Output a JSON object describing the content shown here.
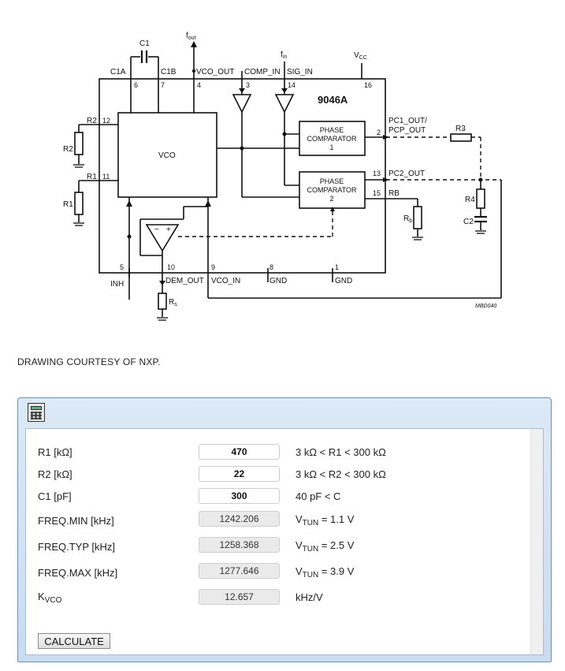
{
  "schematic": {
    "chip": "9046A",
    "pins": {
      "c1a": "C1A",
      "c1b": "C1B",
      "vco_out": "VCO_OUT",
      "comp_in": "COMP_IN",
      "sig_in": "SIG_IN",
      "pc1_out": "PC1_OUT/",
      "pcp_out": "PCP_OUT",
      "pc2_out": "PC2_OUT",
      "rb": "RB",
      "inh": "INH",
      "dem_out": "DEM_OUT",
      "vco_in": "VCO_IN",
      "gnd_a": "GND",
      "gnd_b": "GND"
    },
    "pin_numbers": {
      "p6": "6",
      "p7": "7",
      "p4": "4",
      "p3": "3",
      "p14": "14",
      "p16": "16",
      "p12": "12",
      "p11": "11",
      "p2": "2",
      "p13": "13",
      "p15": "15",
      "p5": "5",
      "p10": "10",
      "p9": "9",
      "p8": "8",
      "p1": "1"
    },
    "blocks": {
      "vco": "VCO",
      "pc1": [
        "PHASE",
        "COMPARATOR",
        "1"
      ],
      "pc2": [
        "PHASE",
        "COMPARATOR",
        "2"
      ]
    },
    "components": {
      "c1": "C1",
      "r1": "R1",
      "r2": "R2",
      "r3": "R3",
      "r4": "R4",
      "c2": "C2",
      "rb": "R",
      "rb_sub": "b",
      "rs": "R",
      "rs_sub": "s"
    },
    "signals": {
      "fout": "f",
      "fout_sub": "out",
      "fin": "f",
      "fin_sub": "in",
      "vcc": "V",
      "vcc_sub": "CC"
    },
    "drawing_id": "MBD040",
    "label_r1_side": "R1",
    "label_r2_side": "R2"
  },
  "caption": "DRAWING COURTESY OF NXP.",
  "calculator": {
    "rows": [
      {
        "label": "R1 [kΩ]",
        "value": "470",
        "note": "3 kΩ < R1 < 300 kΩ"
      },
      {
        "label": "R2 [kΩ]",
        "value": "22",
        "note": "3 kΩ < R2 < 300 kΩ"
      },
      {
        "label": "C1 [pF]",
        "value": "300",
        "note": "40 pF < C"
      },
      {
        "label": "FREQ.MIN [kHz]",
        "value": "1242.206",
        "note_main": "V",
        "note_sub": "TUN",
        "note_rest": " = 1.1 V"
      },
      {
        "label": "FREQ.TYP [kHz]",
        "value": "1258.368",
        "note_main": "V",
        "note_sub": "TUN",
        "note_rest": " = 2.5 V"
      },
      {
        "label": "FREQ.MAX [kHz]",
        "value": "1277.646",
        "note_main": "V",
        "note_sub": "TUN",
        "note_rest": " = 3.9 V"
      },
      {
        "label_main": "K",
        "label_sub": "VCO",
        "value": "12.657",
        "note": "kHz/V"
      }
    ],
    "button": "CALCULATE",
    "icon": "calculator-icon"
  }
}
